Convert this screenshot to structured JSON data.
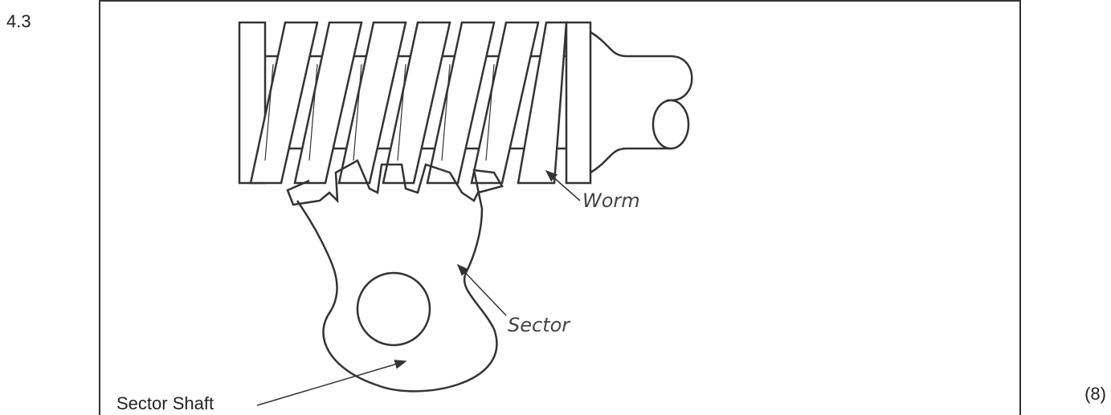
{
  "question": {
    "number": "4.3",
    "marks": "(8)"
  },
  "diagram": {
    "labels": {
      "worm": "Worm",
      "sector": "Sector",
      "sector_shaft": "Sector Shaft"
    }
  }
}
